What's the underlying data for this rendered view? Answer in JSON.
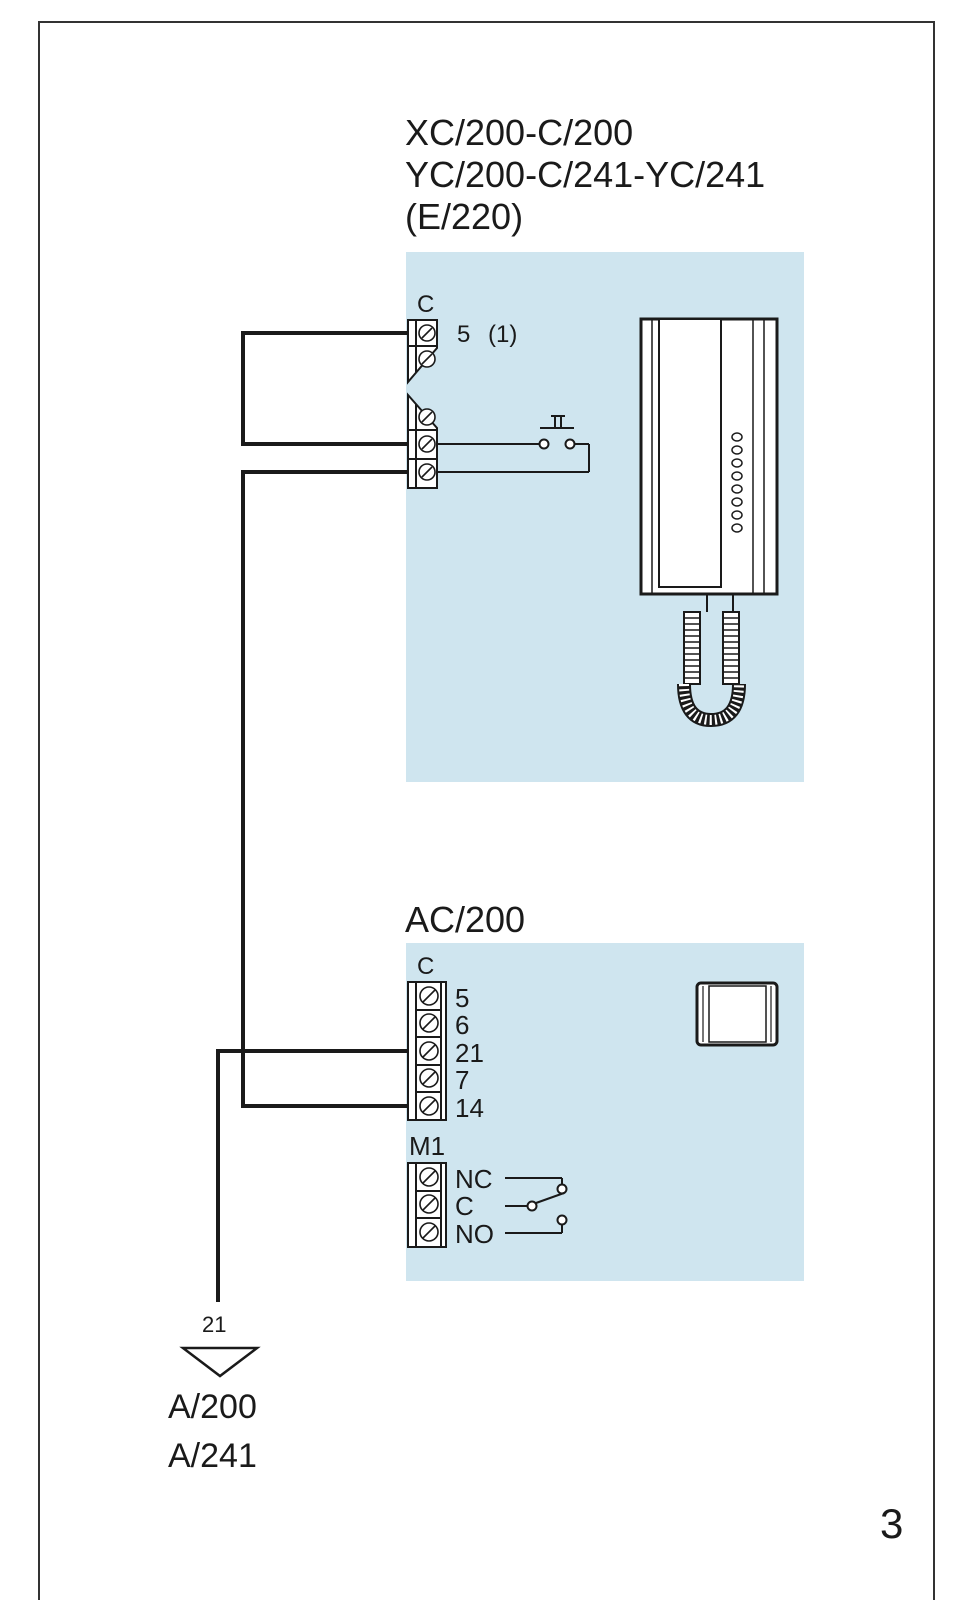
{
  "page": {
    "number": "3",
    "panel_color": "#cfe5ef",
    "line_color": "#1a1a1a"
  },
  "indoor_unit": {
    "title_lines": [
      "XC/200-C/200",
      "YC/200-C/241-YC/241",
      "(E/220)"
    ],
    "terminal_block_label": "C",
    "terminal_5_label": "5",
    "note": "(1)",
    "device": "intercom-handset"
  },
  "panel_unit": {
    "title": "AC/200",
    "terminal_block_label": "C",
    "terminals": [
      "5",
      "6",
      "21",
      "7",
      "14"
    ],
    "relay_block_label": "M1",
    "relay_terminals": [
      "NC",
      "C",
      "NO"
    ],
    "device": "push-button-panel"
  },
  "bus_connection": {
    "wire_label": "21",
    "targets": [
      "A/200",
      "A/241"
    ]
  }
}
